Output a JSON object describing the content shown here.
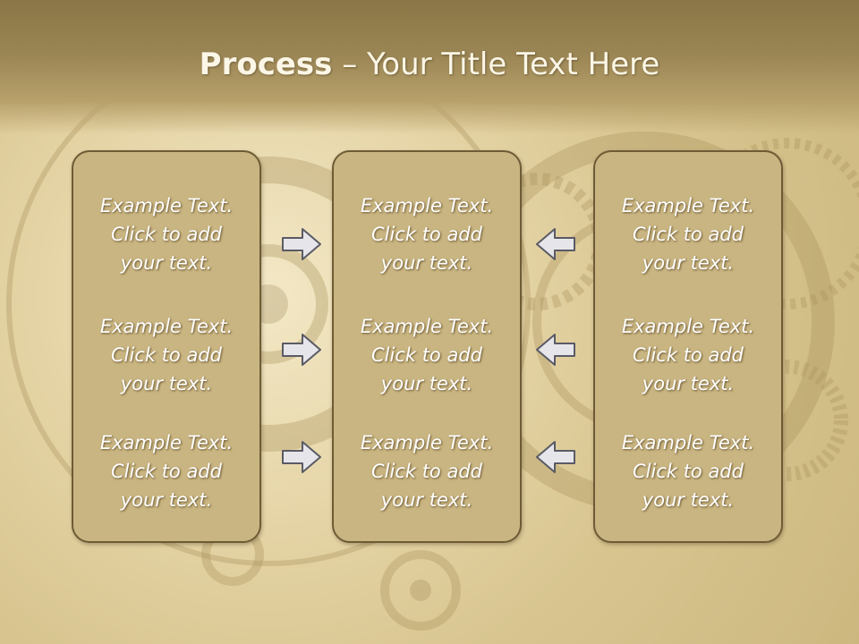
{
  "title": {
    "bold": "Process",
    "dash": " – ",
    "rest": "Your Title Text Here"
  },
  "columns": [
    {
      "items": [
        {
          "line1": "Example Text.",
          "line2": "Click  to add",
          "line3": "your text."
        },
        {
          "line1": "Example Text.",
          "line2": "Click  to add",
          "line3": "your text."
        },
        {
          "line1": "Example Text.",
          "line2": "Click  to add",
          "line3": "your text."
        }
      ]
    },
    {
      "items": [
        {
          "line1": "Example Text.",
          "line2": "Click  to add",
          "line3": "your text."
        },
        {
          "line1": "Example Text.",
          "line2": "Click  to add",
          "line3": "your text."
        },
        {
          "line1": "Example Text.",
          "line2": "Click  to add",
          "line3": "your text."
        }
      ]
    },
    {
      "items": [
        {
          "line1": "Example Text.",
          "line2": "Click  to add",
          "line3": "your text."
        },
        {
          "line1": "Example Text.",
          "line2": "Click  to add",
          "line3": "your text."
        },
        {
          "line1": "Example Text.",
          "line2": "Click  to add",
          "line3": "your text."
        }
      ]
    }
  ],
  "colors": {
    "box_fill": "#c9b581",
    "box_border": "#6e5b36",
    "arrow_fill": "#e6e6ea",
    "arrow_stroke": "#5a5a66",
    "header": "#8a7646"
  },
  "icons": {
    "right": "arrow-right-icon",
    "left": "arrow-left-icon"
  }
}
